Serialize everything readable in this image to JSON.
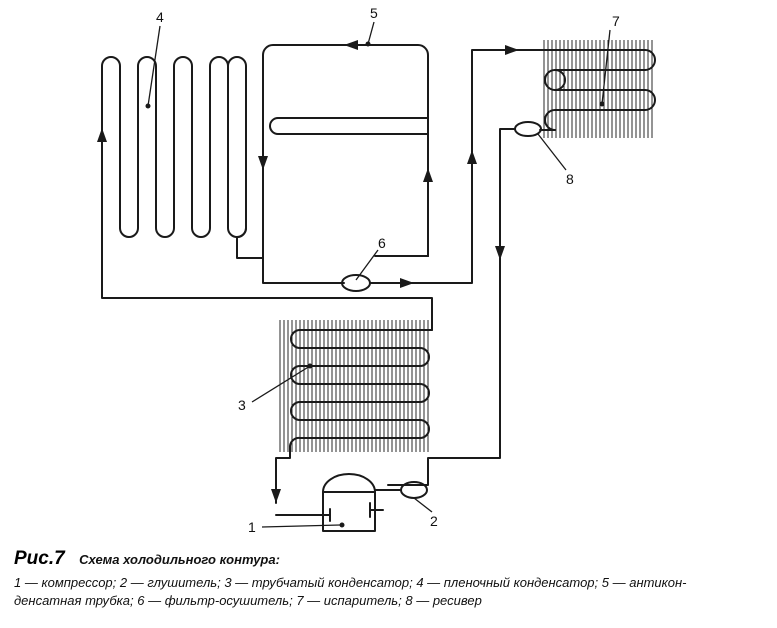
{
  "figure": {
    "title": "Рис.7",
    "subtitle": "Схема холодильного контура:",
    "legend_line1": "1 — компрессор; 2 — глушитель; 3 — трубчатый конденсатор; 4 — пленочный конденсатор; 5 — антикон-",
    "legend_line2": "денсатная трубка; 6 — фильтр-осушитель; 7 — испаритель; 8 — ресивер"
  },
  "labels": {
    "compressor": "1",
    "muffler": "2",
    "tube_condenser": "3",
    "film_condenser": "4",
    "anticondensate_tube": "5",
    "filter_dryer": "6",
    "evaporator": "7",
    "receiver": "8"
  }
}
